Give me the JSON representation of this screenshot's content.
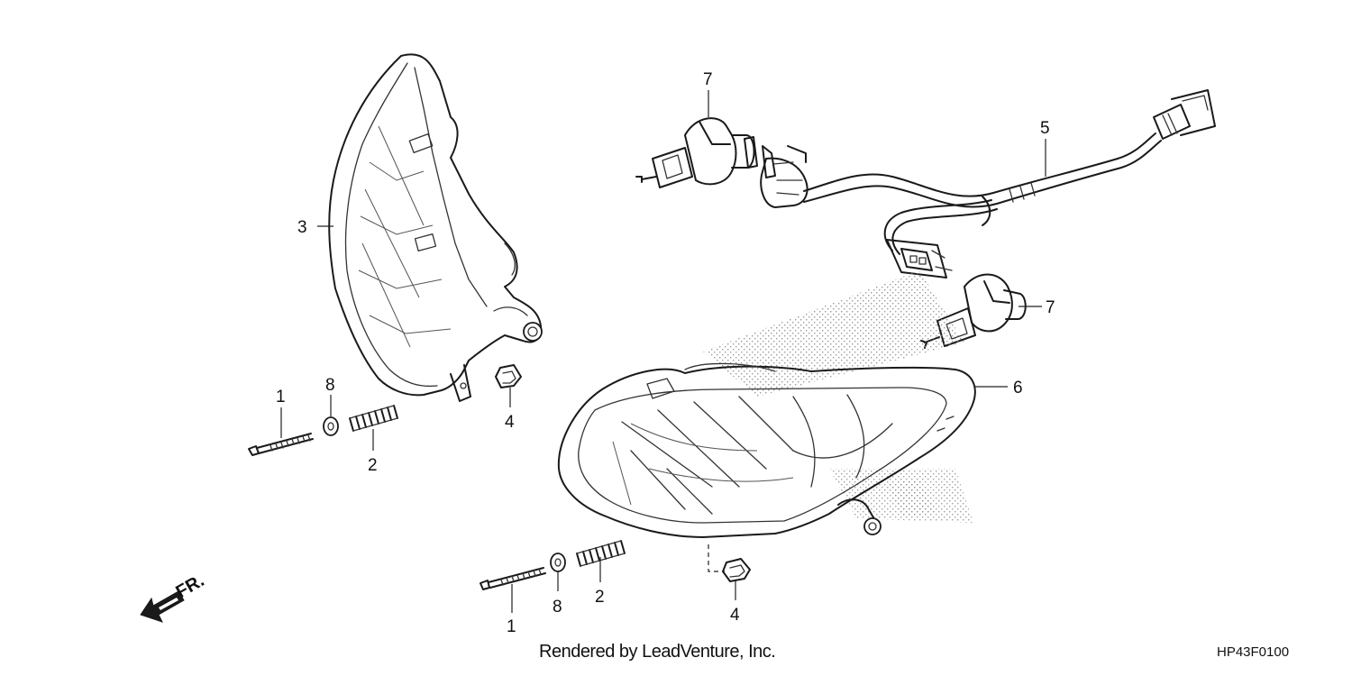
{
  "callouts": {
    "c1a": "1",
    "c1b": "1",
    "c2a": "2",
    "c2b": "2",
    "c3": "3",
    "c4a": "4",
    "c4b": "4",
    "c5": "5",
    "c6": "6",
    "c7a": "7",
    "c7b": "7",
    "c8a": "8",
    "c8b": "8"
  },
  "direction_label": "FR.",
  "footer": {
    "credit": "Rendered by LeadVenture, Inc.",
    "diagram_ref": "HP43F0100"
  },
  "icons": {
    "front_arrow": "arrow-left-down-icon"
  }
}
